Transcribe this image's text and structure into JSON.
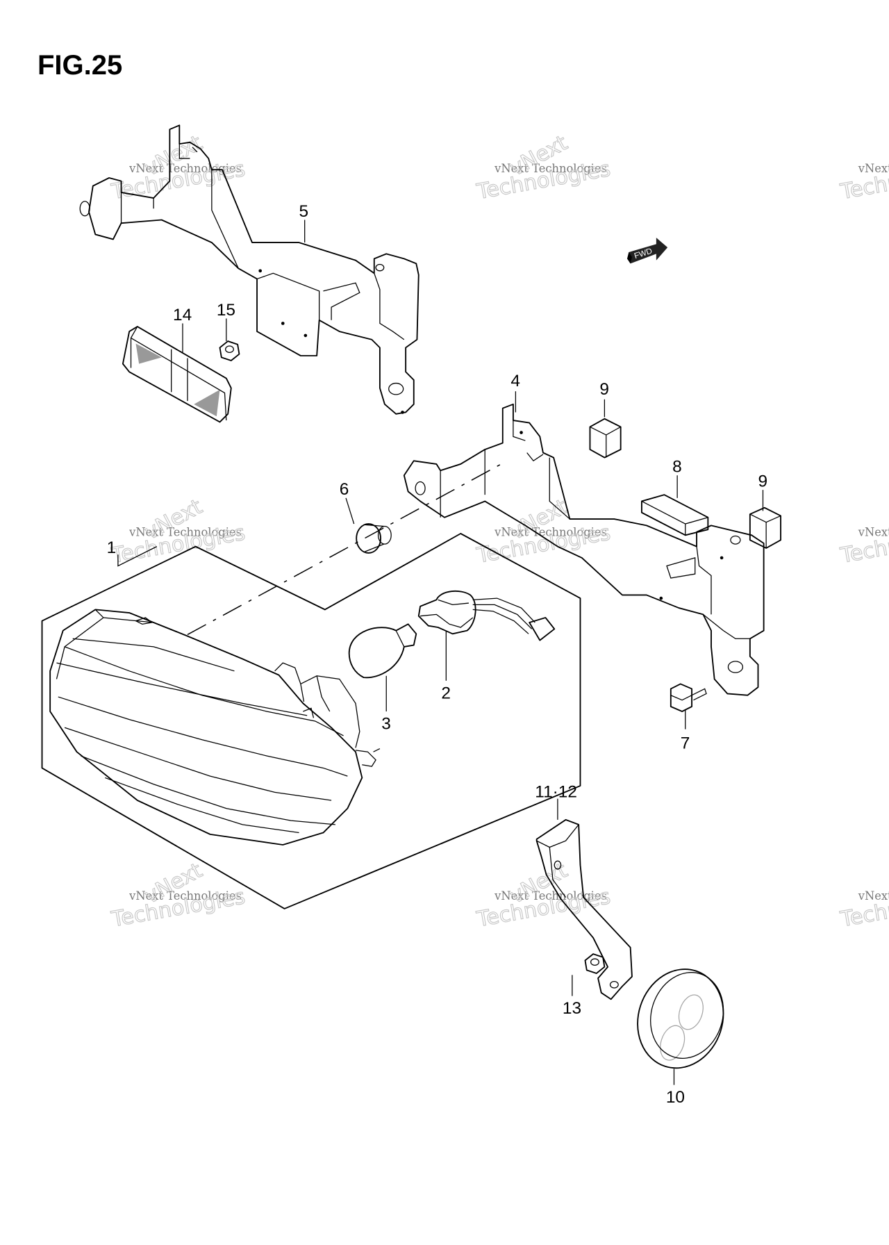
{
  "title": "FIG.25",
  "fwd_label": "FWD",
  "watermark": {
    "line1": "vNext Technologies",
    "line2": "Technologies"
  },
  "callouts": {
    "p1": "1",
    "p2": "2",
    "p3": "3",
    "p4": "4",
    "p5": "5",
    "p6": "6",
    "p7": "7",
    "p8": "8",
    "p9a": "9",
    "p9b": "9",
    "p10": "10",
    "p11_12": "11·12",
    "p13": "13",
    "p14": "14",
    "p15": "15"
  }
}
